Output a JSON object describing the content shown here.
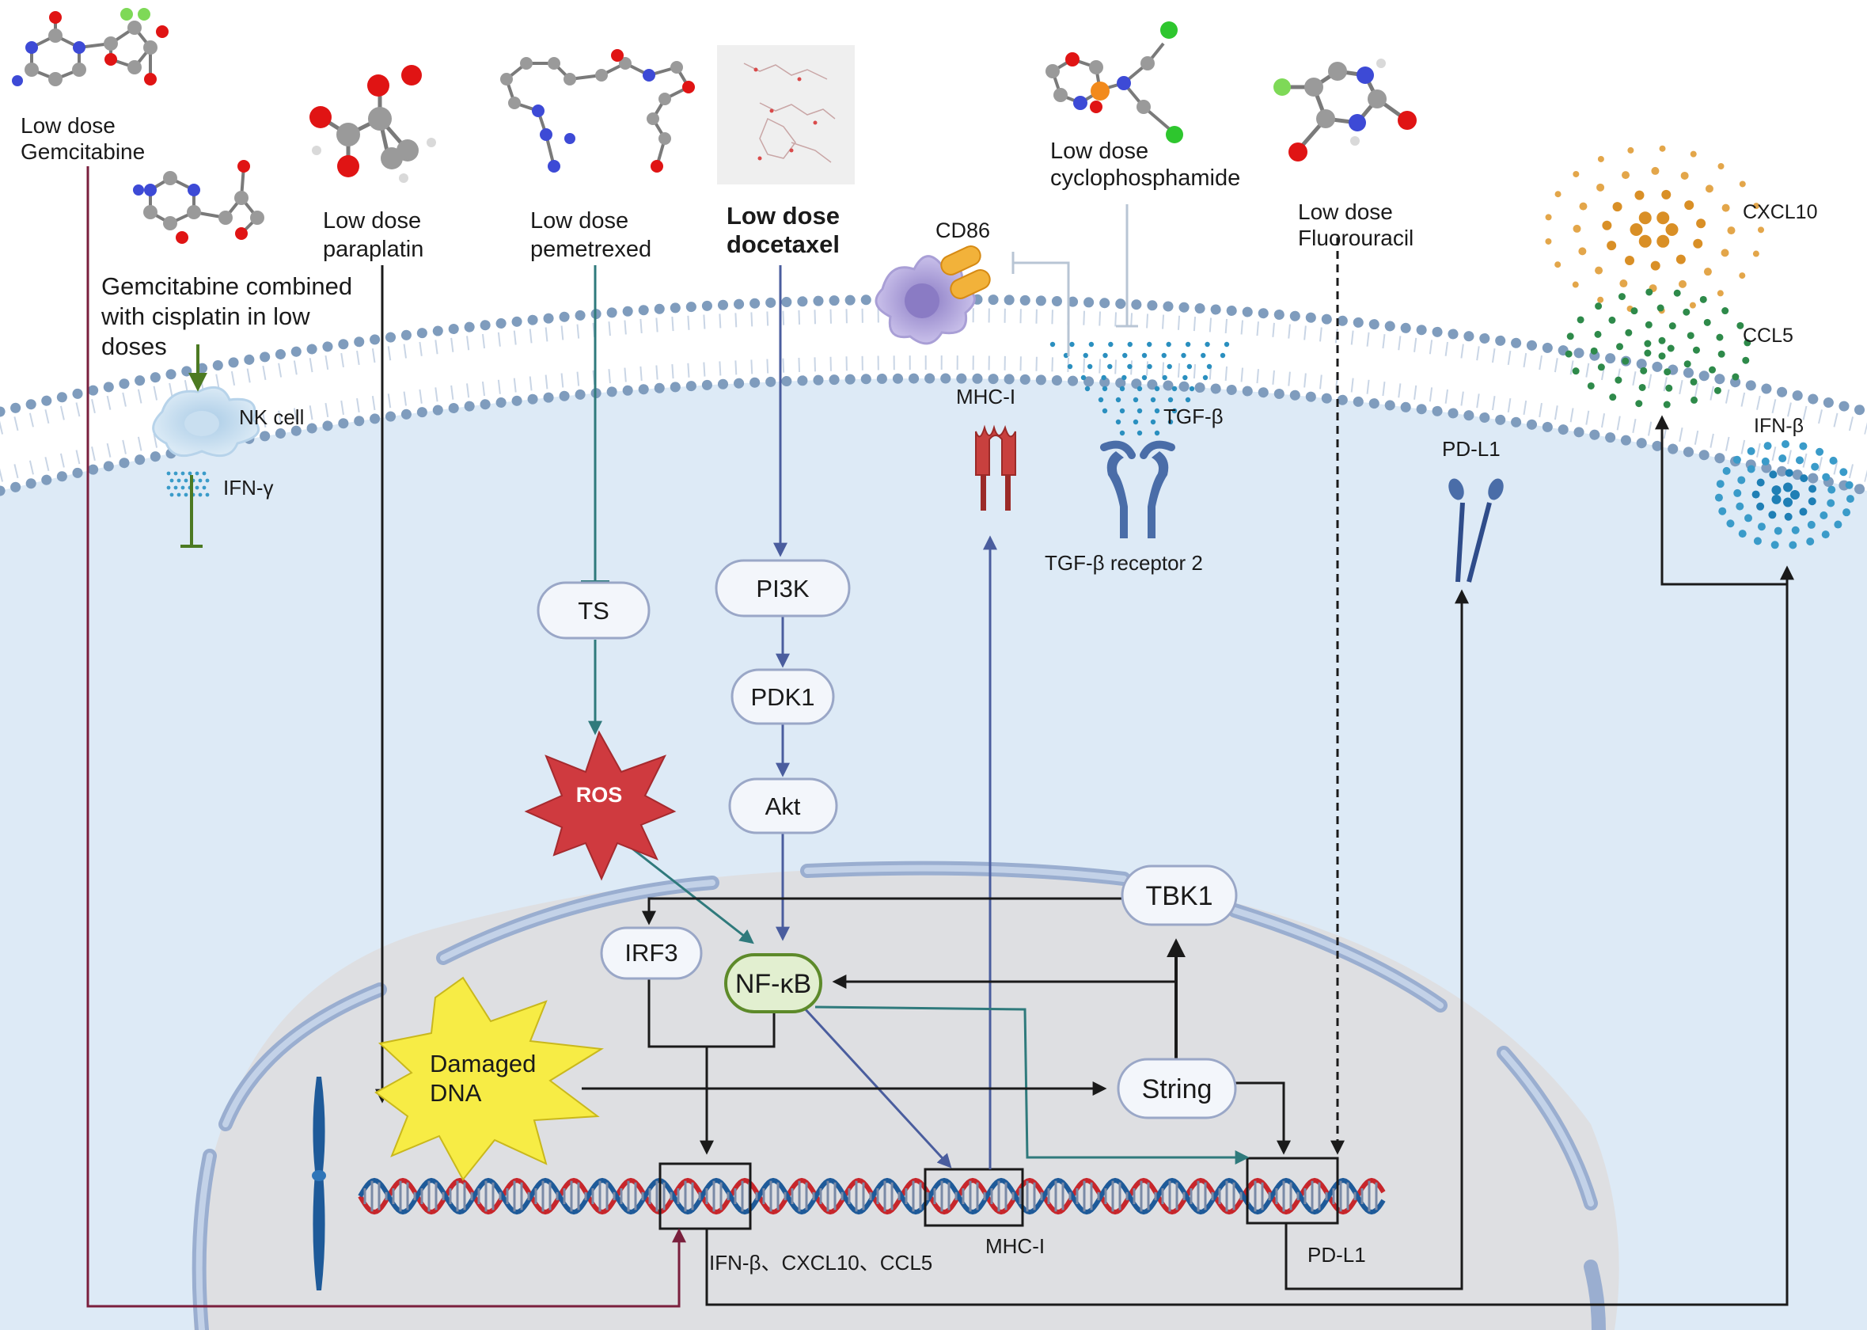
{
  "drugs": {
    "gemcitabine": [
      "Low dose",
      "Gemcitabine"
    ],
    "gem_cis": [
      "Gemcitabine combined",
      "with cisplatin in low",
      "doses"
    ],
    "paraplatin": [
      "Low dose",
      "paraplatin"
    ],
    "pemetrexed": [
      "Low dose",
      "pemetrexed"
    ],
    "docetaxel": [
      "Low dose",
      "docetaxel"
    ],
    "cyclophosphamide": [
      "Low dose",
      "cyclophosphamide"
    ],
    "fluorouracil": [
      "Low dose",
      "Fluorouracil"
    ]
  },
  "cells": {
    "nk": "NK cell",
    "ifn_gamma": "IFN-γ",
    "cd86": "CD86"
  },
  "membrane": {
    "mhc_top": "MHC-I",
    "tgf_beta": "TGF-β",
    "tgf_receptor": "TGF-β receptor 2",
    "pdl1_top": "PD-L1"
  },
  "secreted": {
    "cxcl10": "CXCL10",
    "ccl5": "CCL5",
    "ifn_beta": "IFN-β"
  },
  "nodes": {
    "ts": "TS",
    "ros": "ROS",
    "pi3k": "PI3K",
    "pdk1": "PDK1",
    "akt": "Akt",
    "tbk1": "TBK1",
    "irf3": "IRF3",
    "nfkb": "NF-κB",
    "string": "String",
    "damaged_dna": [
      "Damaged",
      "DNA"
    ]
  },
  "genes": {
    "ifn_group": "IFN-β、CXCL10、CCL5",
    "mhc": "MHC-I",
    "pdl1": "PD-L1"
  },
  "colors": {
    "cytoplasm": "#ddeaf6",
    "nucleus": "#dedfe2",
    "membrane_head": "#7f9cbd",
    "pi3k_path": "#4a5d9e",
    "ts_path": "#2f7a7c",
    "gemcitabine_line": "#7a1f3d",
    "nk_arrow": "#4c7a22",
    "tgf_inhibit": "#b8c5d4",
    "ros_fill": "#cf3a3f",
    "damaged_dna_fill": "#f7ec45",
    "nfkb_fill": "#e2efd0",
    "nfkb_border": "#5d8a2a",
    "mhc_fill": "#c8403e",
    "dna_red": "#c7262b",
    "dna_blue": "#1e5a99",
    "cxcl10_dot": "#e3a64a",
    "ccl5_dot": "#2e8a4a",
    "ifnb_dot": "#3a9bc9"
  }
}
